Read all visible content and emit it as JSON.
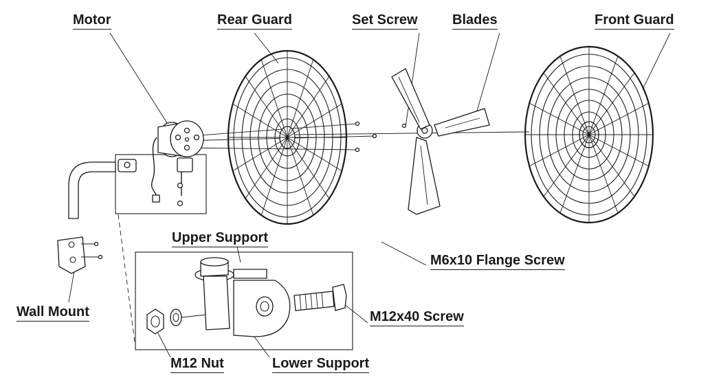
{
  "labels": {
    "motor": "Motor",
    "rear_guard": "Rear Guard",
    "set_screw": "Set Screw",
    "blades": "Blades",
    "front_guard": "Front Guard",
    "upper_support": "Upper Support",
    "flange_screw": "M6x10 Flange Screw",
    "wall_mount": "Wall Mount",
    "m12x40_screw": "M12x40 Screw",
    "m12_nut": "M12 Nut",
    "lower_support": "Lower Support"
  }
}
